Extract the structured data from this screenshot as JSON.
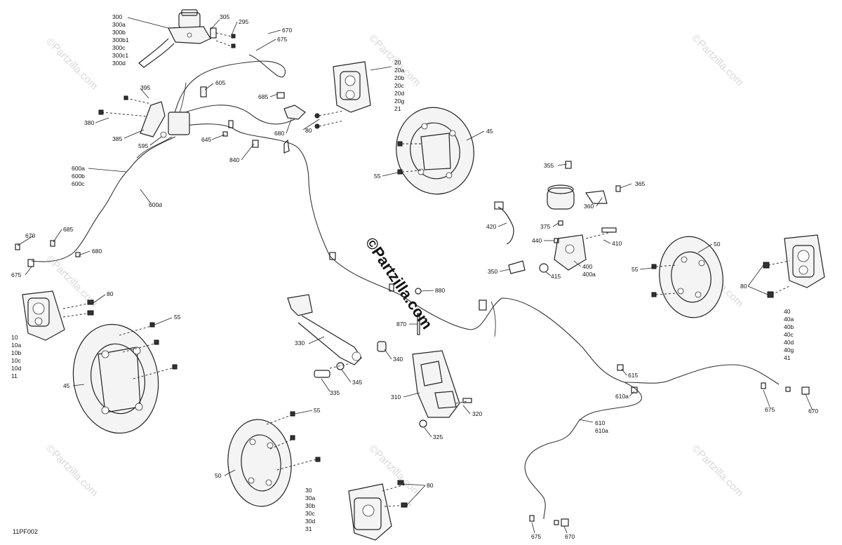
{
  "diagram_code": "11PF002",
  "watermarks": {
    "center": "©Partzilla.com",
    "repeated": "©Partzilla.com"
  },
  "colors": {
    "line": "#222222",
    "watermark": "#d9d9d9",
    "background": "#ffffff"
  },
  "callouts": {
    "master_cyl_stack": [
      "300",
      "300a",
      "300b",
      "300b1",
      "300c",
      "300c1",
      "300d"
    ],
    "c305": "305",
    "c295": "295",
    "c670_top": "670",
    "c675_top": "675",
    "c395": "395",
    "c380": "380",
    "c385": "385",
    "c605": "605",
    "c595": "595",
    "c645": "645",
    "c685_top": "685",
    "c680_top": "680",
    "c80_top": "80",
    "c840": "840",
    "hose_600_stack": [
      "600a",
      "600b",
      "600c"
    ],
    "c600d": "600d",
    "caliper_20_stack": [
      "20",
      "20a",
      "20b",
      "20c",
      "20d",
      "20g",
      "21"
    ],
    "c45_top": "45",
    "c55_top": "55",
    "c670_left": "670",
    "c685_left": "685",
    "c680_left": "680",
    "c675_left": "675",
    "c80_left": "80",
    "caliper_10_stack": [
      "10",
      "10a",
      "10b",
      "10c",
      "10d",
      "11"
    ],
    "c55_left": "55",
    "c45_left": "45",
    "c355": "355",
    "c365": "365",
    "c360": "360",
    "c420": "420",
    "c375": "375",
    "c440": "440",
    "c410": "410",
    "c350": "350",
    "c415": "415",
    "pump_400_stack": [
      "400",
      "400a"
    ],
    "c50_right": "50",
    "c55_right": "55",
    "c80_right": "80",
    "caliper_40_stack": [
      "40",
      "40a",
      "40b",
      "40c",
      "40d",
      "40g",
      "41"
    ],
    "c880": "880",
    "c870": "870",
    "c330": "330",
    "c340": "340",
    "c310": "310",
    "c320": "320",
    "c325": "325",
    "c345": "345",
    "c335": "335",
    "c615": "615",
    "c610a_upper": "610a",
    "hose_610_stack": [
      "610",
      "610a"
    ],
    "c675_right": "675",
    "c670_right": "670",
    "c55_bottom": "55",
    "c50_bottom": "50",
    "c80_bottom": "80",
    "caliper_30_stack": [
      "30",
      "30a",
      "30b",
      "30c",
      "30d",
      "31"
    ],
    "c675_bottom": "675",
    "c670_bottom": "670"
  }
}
